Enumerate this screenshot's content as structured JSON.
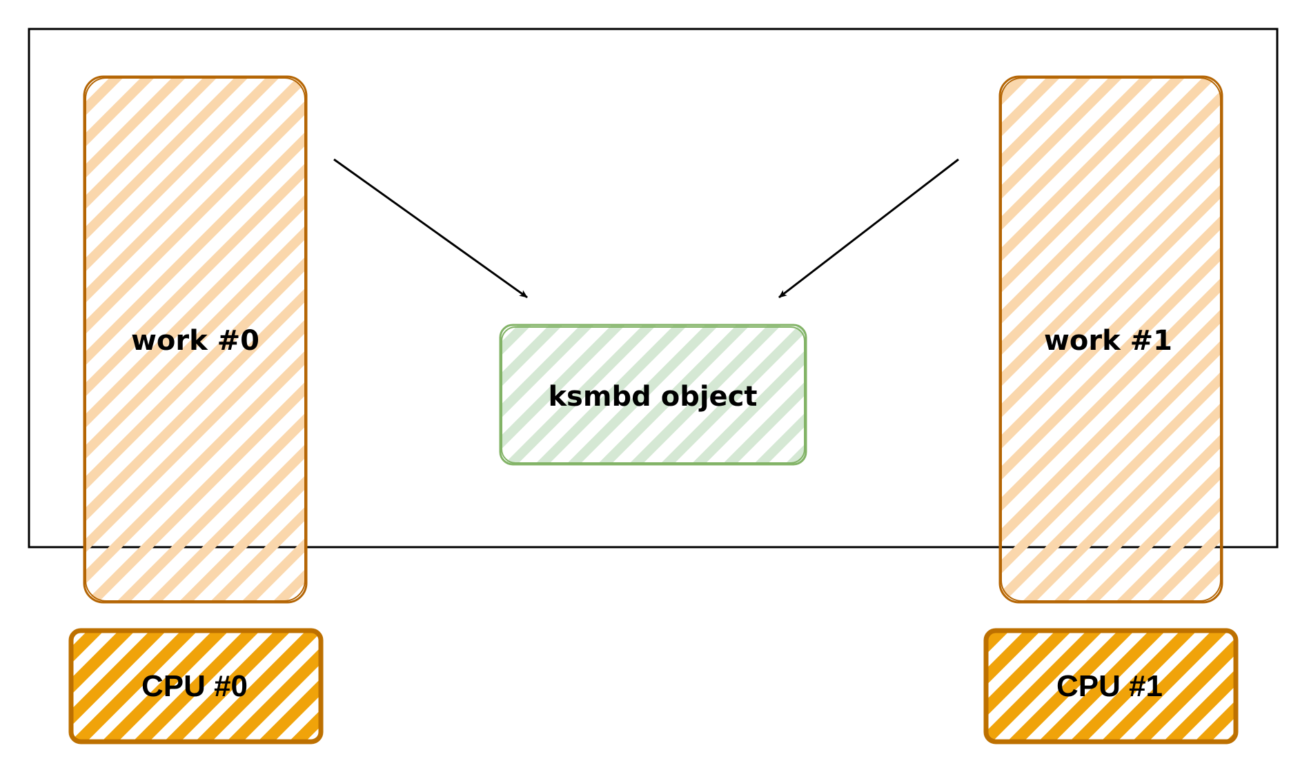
{
  "colors": {
    "work_fill": "#fad7ac",
    "work_stroke": "#b46504",
    "object_fill": "#d5e8d4",
    "object_stroke": "#82b366",
    "cpu_fill": "#f0a30a",
    "cpu_stroke": "#bd7000"
  },
  "nodes": {
    "work0": "work #0",
    "work1": "work #1",
    "object": "ksmbd object",
    "cpu0": "CPU #0",
    "cpu1": "CPU #1"
  },
  "edges": [
    {
      "from": "work #0",
      "to": "ksmbd object"
    },
    {
      "from": "work #1",
      "to": "ksmbd object"
    }
  ]
}
